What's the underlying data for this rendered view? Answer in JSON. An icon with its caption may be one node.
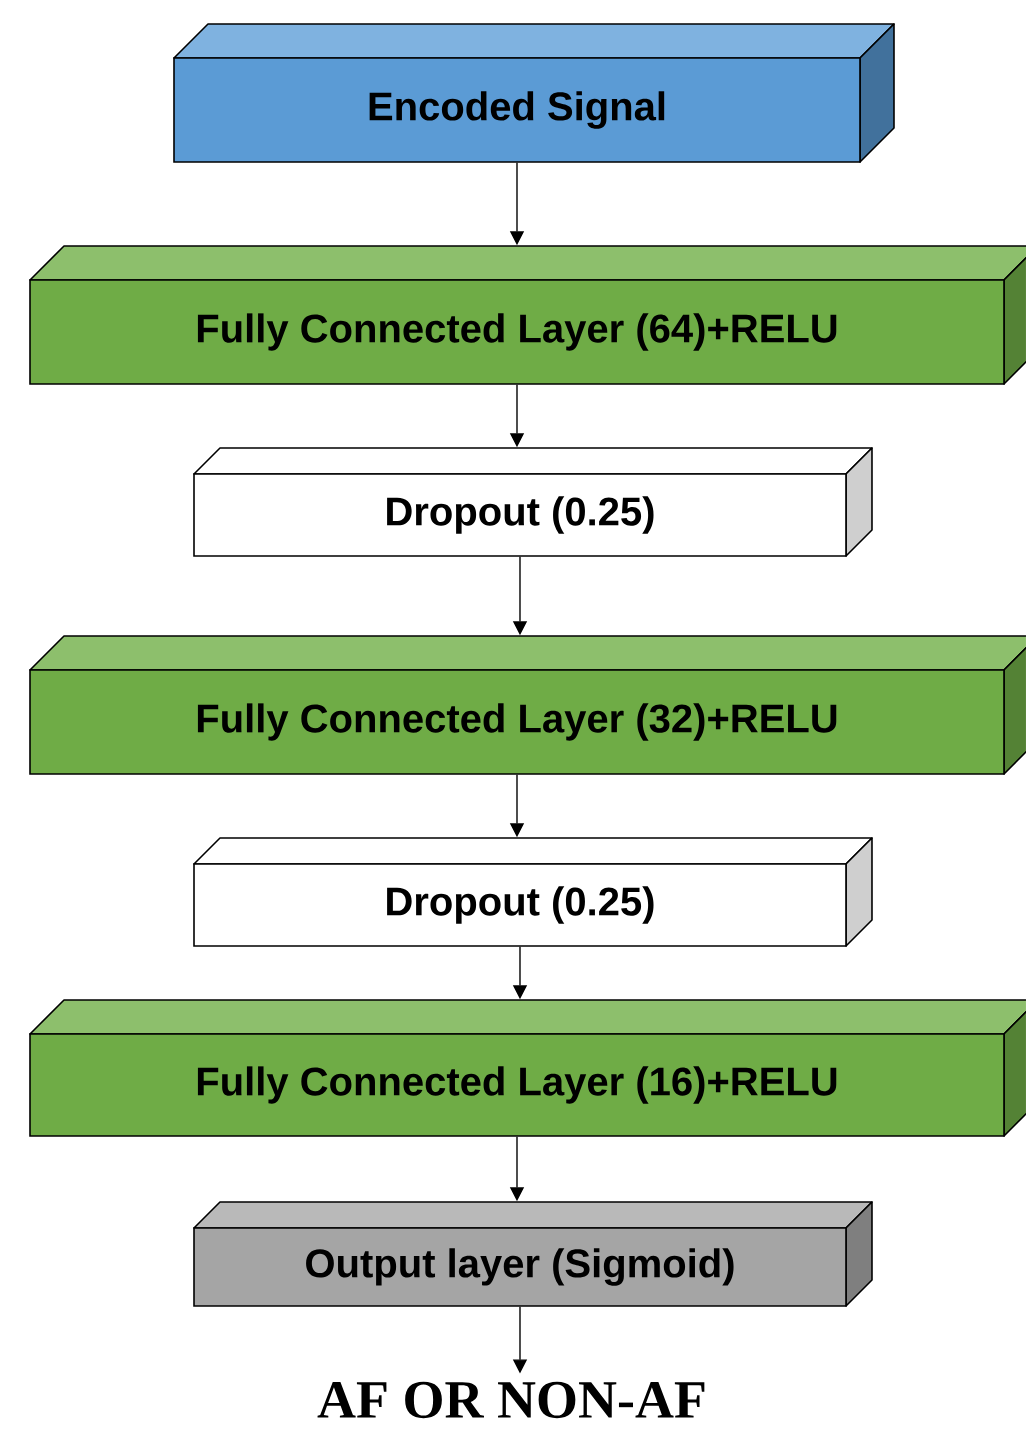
{
  "diagram": {
    "nodes": [
      {
        "text": [
          "Encoded Signal"
        ]
      },
      {
        "text": [
          "Fully Connected Layer (64)+RELU"
        ]
      },
      {
        "text": [
          "Dropout (0.25)"
        ]
      },
      {
        "text": [
          "Fully Connected Layer (32)+RELU"
        ]
      },
      {
        "text": [
          "Dropout (0.25)"
        ]
      },
      {
        "text": [
          "Fully Connected Layer (16)+RELU"
        ]
      },
      {
        "text": [
          "Output layer (Sigmoid)"
        ]
      },
      {
        "text": [
          "AF OR NON-AF"
        ]
      }
    ],
    "edges": [
      {
        "from": 0,
        "to": 1,
        "arrow": "to"
      },
      {
        "from": 1,
        "to": 2,
        "arrow": "to"
      },
      {
        "from": 2,
        "to": 3,
        "arrow": "to"
      },
      {
        "from": 3,
        "to": 4,
        "arrow": "to"
      },
      {
        "from": 4,
        "to": 5,
        "arrow": "to"
      },
      {
        "from": 5,
        "to": 6,
        "arrow": "to"
      },
      {
        "from": 6,
        "to": 7,
        "arrow": "to"
      }
    ]
  }
}
